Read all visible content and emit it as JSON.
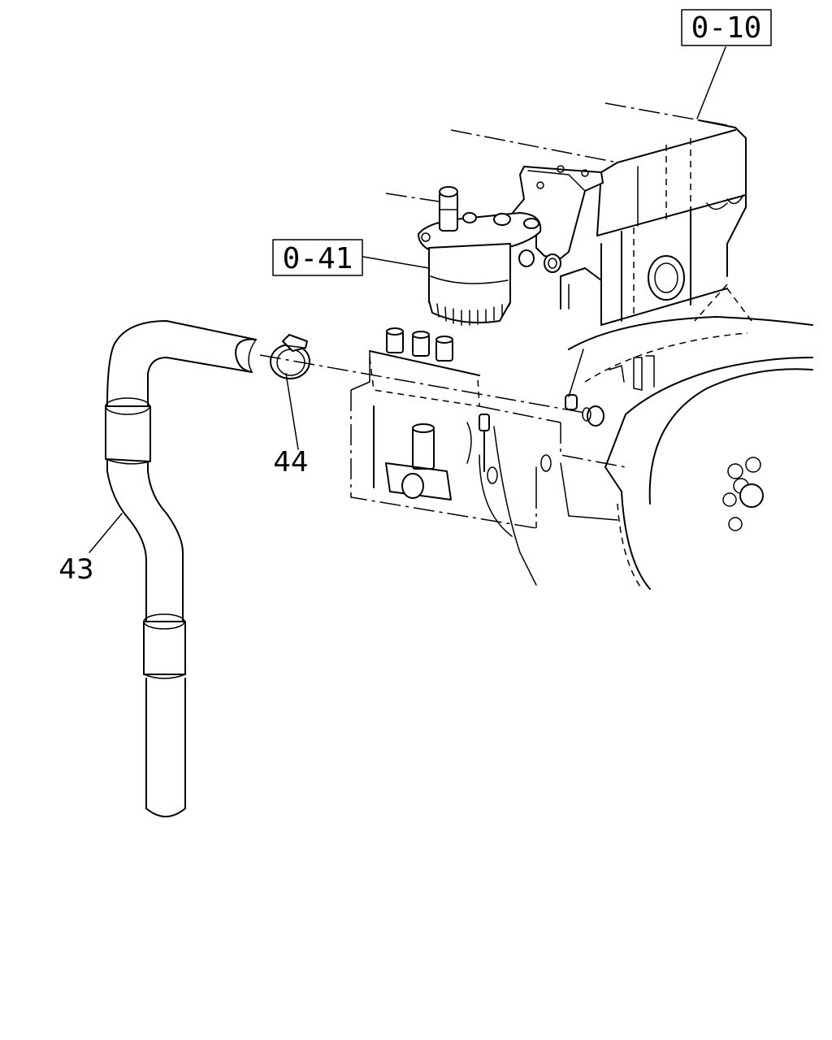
{
  "callouts": {
    "ref_engine": "0-10",
    "ref_filter": "0-41",
    "part_hose": "43",
    "part_clip": "44"
  },
  "colors": {
    "line": "#000000",
    "background": "#ffffff"
  }
}
